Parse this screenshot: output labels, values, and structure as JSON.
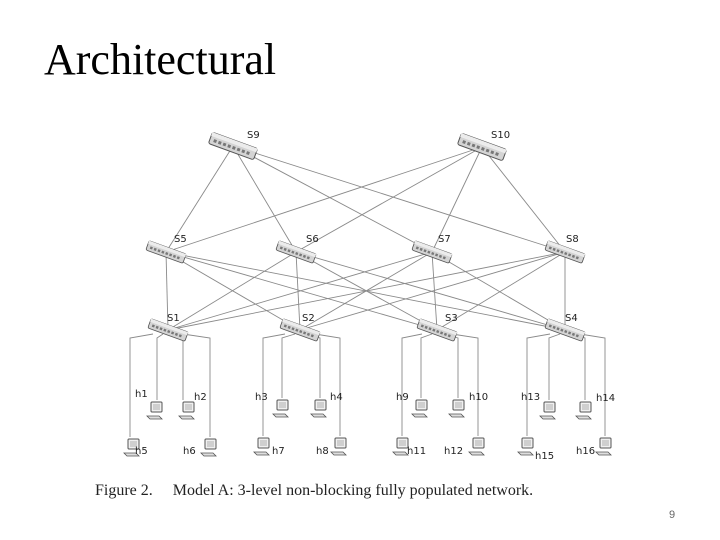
{
  "slide": {
    "title": "Architectural",
    "page_number": "9"
  },
  "figure": {
    "caption_label": "Figure 2.",
    "caption_text": "Model A: 3-level non-blocking fully populated network.",
    "colors": {
      "link": "#8a8a8a",
      "switch_fill": "#d4d4d4",
      "switch_edge": "#555555",
      "host_fill": "#f0f0f0",
      "label": "#222222"
    },
    "core_switches": [
      "S9",
      "S10"
    ],
    "aggregation_switches": [
      "S5",
      "S6",
      "S7",
      "S8"
    ],
    "edge_switches": [
      "S1",
      "S2",
      "S3",
      "S4"
    ],
    "hosts": [
      "h1",
      "h2",
      "h3",
      "h4",
      "h5",
      "h6",
      "h7",
      "h8",
      "h9",
      "h10",
      "h11",
      "h12",
      "h13",
      "h14",
      "h15",
      "h16"
    ]
  }
}
